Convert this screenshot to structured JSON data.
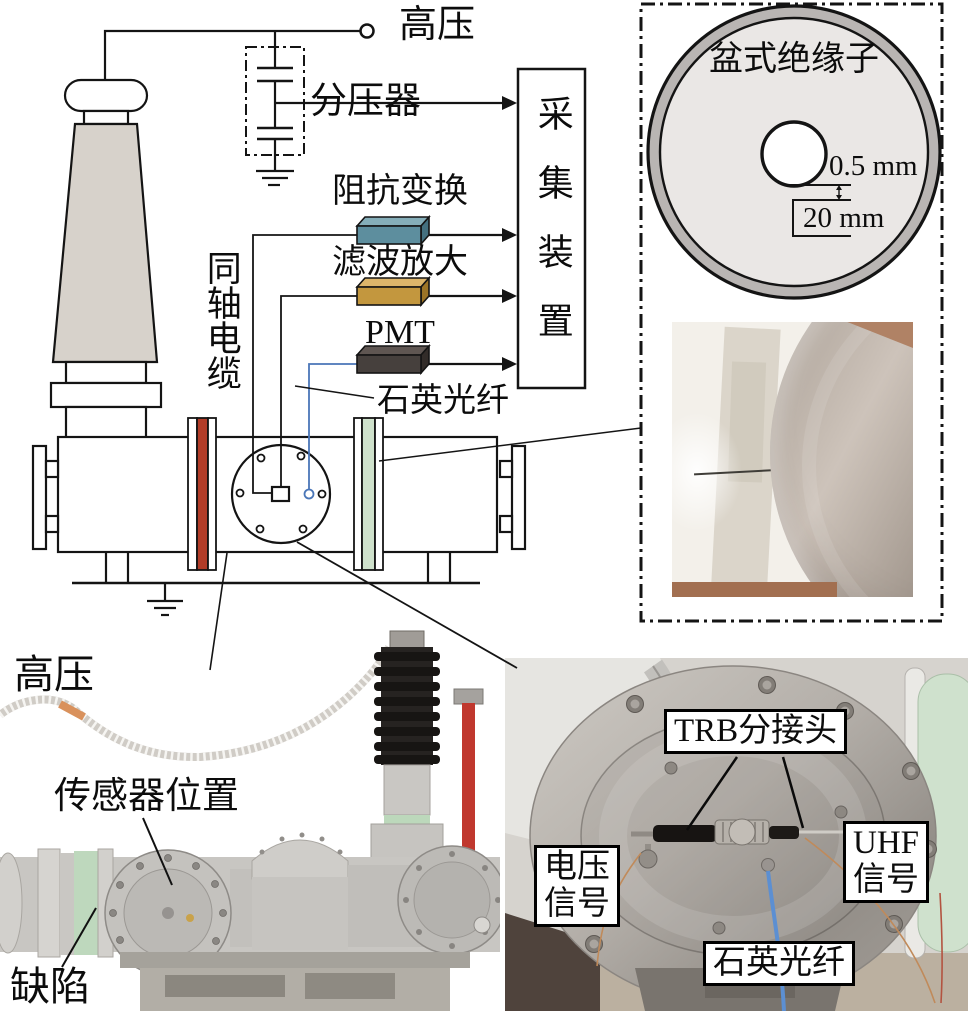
{
  "colors": {
    "accent_red": "#b23c28",
    "accent_green": "#cfe2cc",
    "teal_box": "#5d8e9e",
    "gold_box": "#c3973e",
    "pmt_box": "#46403d",
    "fiber_blue": "#4a76b8"
  },
  "schematic": {
    "high_voltage": "高压",
    "voltage_divider": "分压器",
    "impedance_transform": "阻抗变换",
    "filter_amplify": "滤波放大",
    "pmt": "PMT",
    "quartz_fiber": "石英光纤",
    "coaxial_cable": "同轴电缆",
    "acquisition_device": "采集装置"
  },
  "insulator_panel": {
    "title": "盆式绝缘子",
    "gap": "0.5 mm",
    "defect_length": "20 mm"
  },
  "left_photo": {
    "high_voltage": "高压",
    "sensor_position": "传感器位置",
    "defect": "缺陷"
  },
  "right_photo": {
    "trb_tap": "TRB分接头",
    "voltage_signal": {
      "line1": "电压",
      "line2": "信号"
    },
    "uhf_signal": {
      "line1": "UHF",
      "line2": "信号"
    },
    "quartz_fiber": "石英光纤"
  }
}
